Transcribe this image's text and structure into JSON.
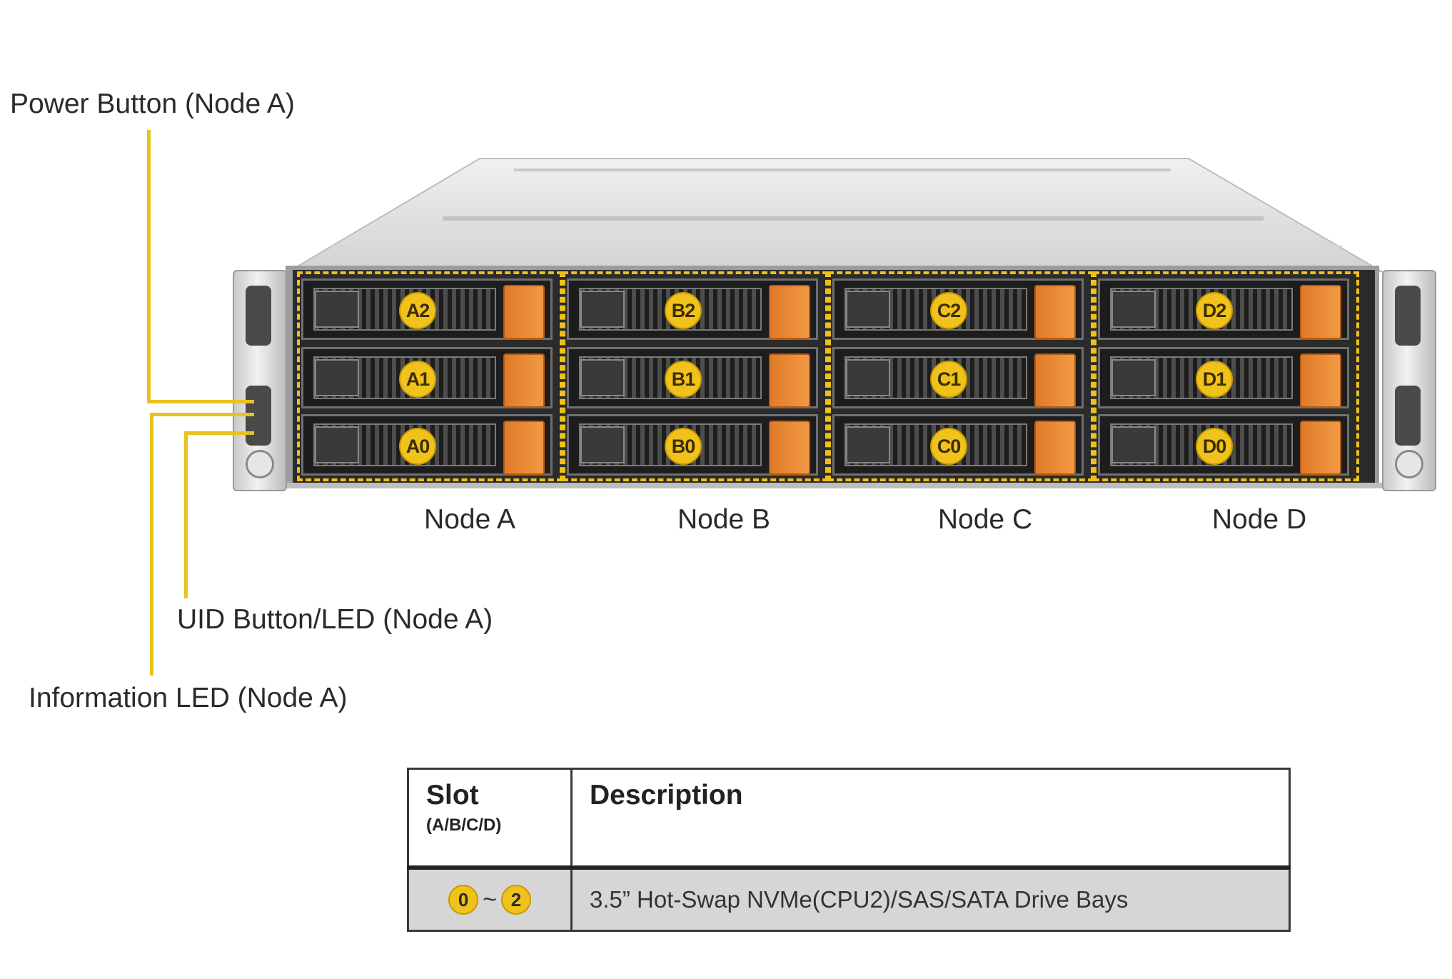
{
  "callouts": {
    "power_button": "Power Button (Node A)",
    "uid_button": "UID  Button/LED  (Node A)",
    "info_led": "Information  LED (Node A)"
  },
  "nodes": [
    {
      "label": "Node A",
      "slots": [
        "A2",
        "A1",
        "A0"
      ]
    },
    {
      "label": "Node B",
      "slots": [
        "B2",
        "B1",
        "B0"
      ]
    },
    {
      "label": "Node C",
      "slots": [
        "C2",
        "C1",
        "C0"
      ]
    },
    {
      "label": "Node D",
      "slots": [
        "D2",
        "D1",
        "D0"
      ]
    }
  ],
  "colors": {
    "accent_yellow": "#f1c21b",
    "drive_handle_orange": "#e87f28",
    "table_row_bg": "#d6d6d6"
  },
  "table": {
    "header_slot": "Slot",
    "header_slot_sub": "(A/B/C/D)",
    "header_description": "Description",
    "row": {
      "slot_start": "0",
      "slot_sep": "~",
      "slot_end": "2",
      "description": "3.5” Hot-Swap NVMe(CPU2)/SAS/SATA  Drive Bays"
    }
  }
}
